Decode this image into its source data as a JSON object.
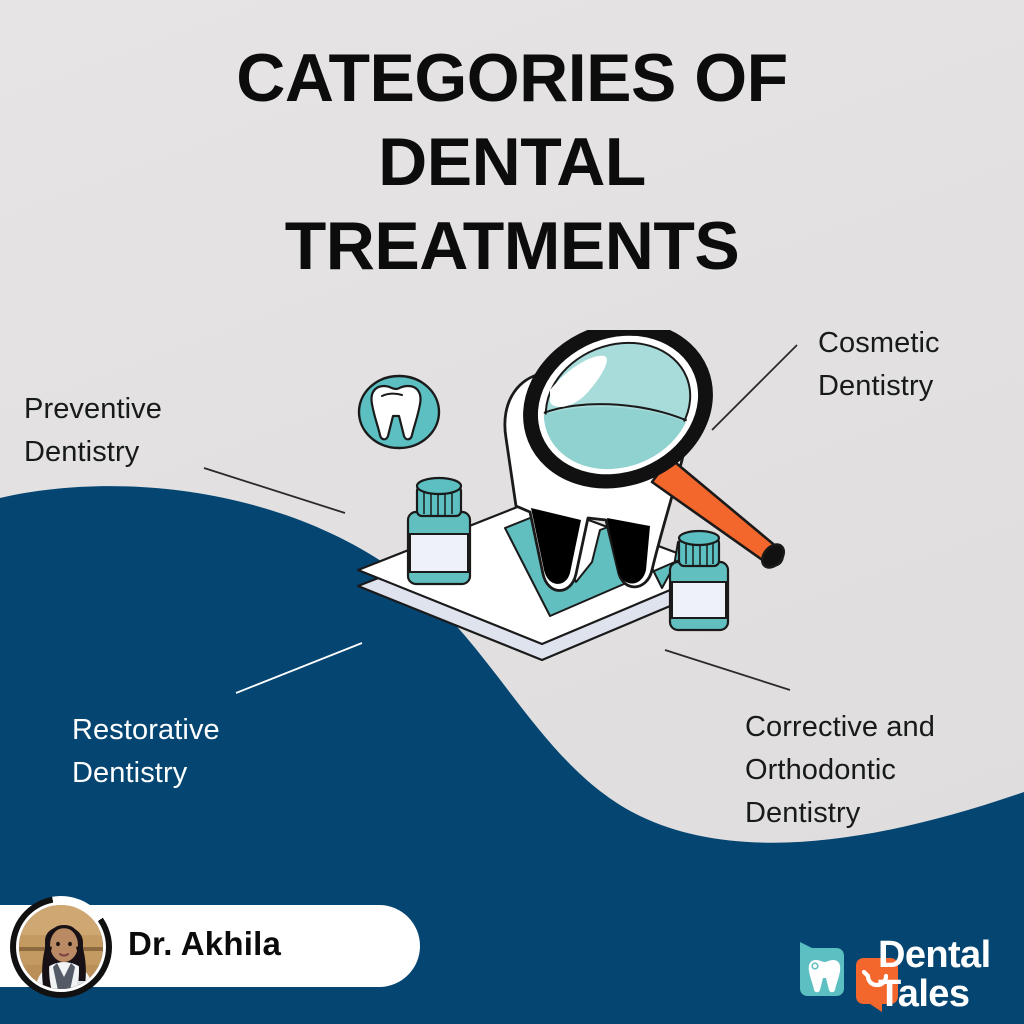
{
  "poster": {
    "title_lines": [
      "CATEGORIES OF",
      "DENTAL",
      "TREATMENTS"
    ],
    "background_color": "#e2e0e0",
    "wave_color": "#044571",
    "accent_teal": "#5cbfc2",
    "accent_orange": "#f4672c",
    "title_color": "#0c0c0c"
  },
  "callouts": [
    {
      "name": "preventive",
      "lines": [
        "Preventive",
        "Dentistry"
      ],
      "text_color": "#17191a"
    },
    {
      "name": "cosmetic",
      "lines": [
        "Cosmetic",
        "Dentistry"
      ],
      "text_color": "#17191a"
    },
    {
      "name": "restorative",
      "lines": [
        "Restorative",
        "Dentistry"
      ],
      "text_color": "#ffffff"
    },
    {
      "name": "corrective",
      "lines": [
        "Corrective and",
        "Orthodontic",
        "Dentistry"
      ],
      "text_color": "#17191a"
    }
  ],
  "illustration": {
    "name": "dental-treatment-illustration",
    "elements": [
      "tooth-badge-icon",
      "large-tooth-icon",
      "magnifying-glass-icon",
      "medicine-bottle-left-icon",
      "medicine-bottle-right-icon",
      "platform-tray"
    ]
  },
  "doctor": {
    "name": "Dr. Akhila",
    "avatar_alt": "doctor-portrait"
  },
  "logo": {
    "line1": "Dental",
    "line2": "Tales",
    "tooth_bubble_color": "#5cbfc2",
    "smile_bubble_color": "#f4672c"
  }
}
